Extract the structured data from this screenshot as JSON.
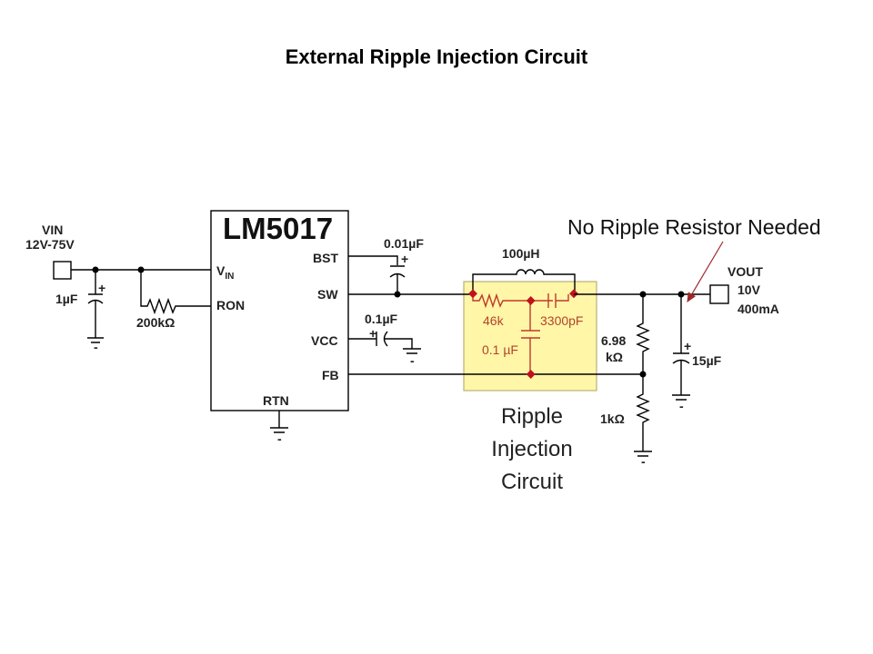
{
  "title": "External Ripple Injection Circuit",
  "colors": {
    "highlight_fill": "#fff6a8",
    "highlight_border": "#b8b27a",
    "ripple_components": "#c0392b",
    "annotation_arrow": "#a0282a"
  },
  "ic": {
    "name": "LM5017",
    "pins": {
      "vin": "V",
      "vin_sub": "IN",
      "ron": "RON",
      "bst": "BST",
      "sw": "SW",
      "vcc": "VCC",
      "fb": "FB",
      "rtn": "RTN"
    }
  },
  "input": {
    "label": "VIN",
    "range": "12V-75V",
    "cap": "1µF",
    "ron_resistor": "200kΩ"
  },
  "components": {
    "bst_cap": "0.01µF",
    "vcc_cap": "0.1µF",
    "inductor": "100µH",
    "fb_top_resistor_line1": "6.98",
    "fb_top_resistor_line2": "kΩ",
    "fb_bottom_resistor": "1kΩ",
    "output_cap": "15µF"
  },
  "ripple_injection": {
    "resistor": "46k",
    "series_cap": "3300pF",
    "coupling_cap": "0.1 µF",
    "caption": [
      "Ripple",
      "Injection",
      "Circuit"
    ]
  },
  "output": {
    "label": "VOUT",
    "voltage": "10V",
    "current": "400mA"
  },
  "annotation": "No Ripple Resistor Needed",
  "polarity": {
    "plus": "+",
    "minus": "-"
  }
}
